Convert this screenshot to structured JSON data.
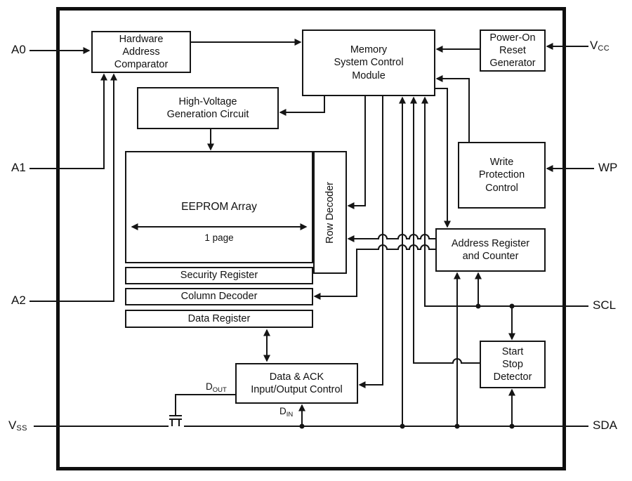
{
  "pins": {
    "a0": "A0",
    "a1": "A1",
    "a2": "A2",
    "vss_main": "V",
    "vss_sub": "SS",
    "vcc_main": "V",
    "vcc_sub": "CC",
    "wp": "WP",
    "scl": "SCL",
    "sda": "SDA"
  },
  "blocks": {
    "hardware_address_comparator": "Hardware\nAddress\nComparator",
    "memory_system_control": "Memory\nSystem Control\nModule",
    "power_on_reset": "Power-On\nReset\nGenerator",
    "high_voltage": "High-Voltage\nGeneration Circuit",
    "eeprom_array": "EEPROM Array",
    "eeprom_page": "1 page",
    "row_decoder": "Row Decoder",
    "security_register": "Security Register",
    "column_decoder": "Column Decoder",
    "data_register": "Data Register",
    "write_protection": "Write\nProtection\nControl",
    "address_register": "Address Register\nand Counter",
    "start_stop": "Start\nStop\nDetector",
    "data_ack": "Data & ACK\nInput/Output Control"
  },
  "signals": {
    "dout_main": "D",
    "dout_sub": "OUT",
    "din_main": "D",
    "din_sub": "IN"
  }
}
